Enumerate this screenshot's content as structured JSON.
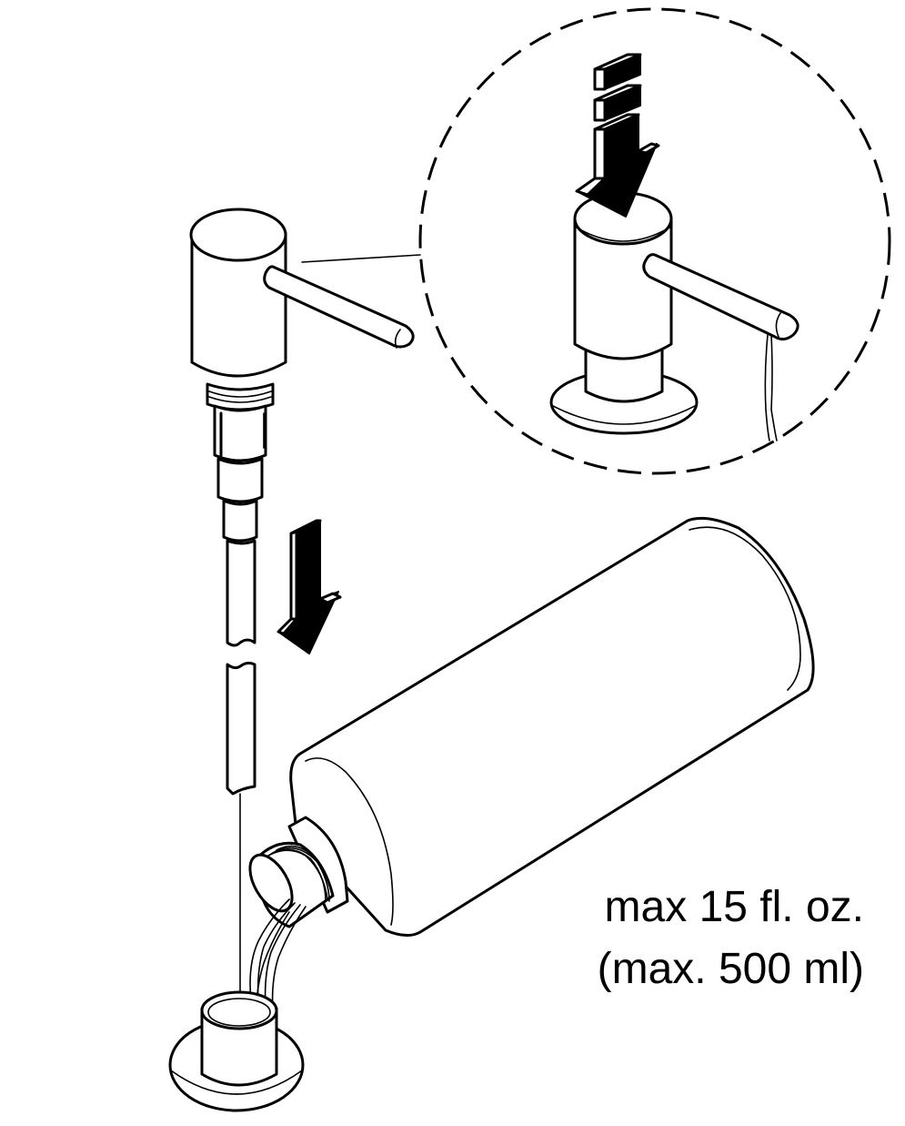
{
  "caption": {
    "line1": "max 15 fl. oz.",
    "line2": "(max. 500 ml)"
  },
  "figure": {
    "components": [
      "pump-head",
      "pump-spout",
      "feed-tube",
      "sink-flange",
      "soap-bottle",
      "detail-callout-circle",
      "press-arrow",
      "insert-arrow"
    ],
    "colors": {
      "line": "#000000",
      "background": "#ffffff"
    }
  }
}
